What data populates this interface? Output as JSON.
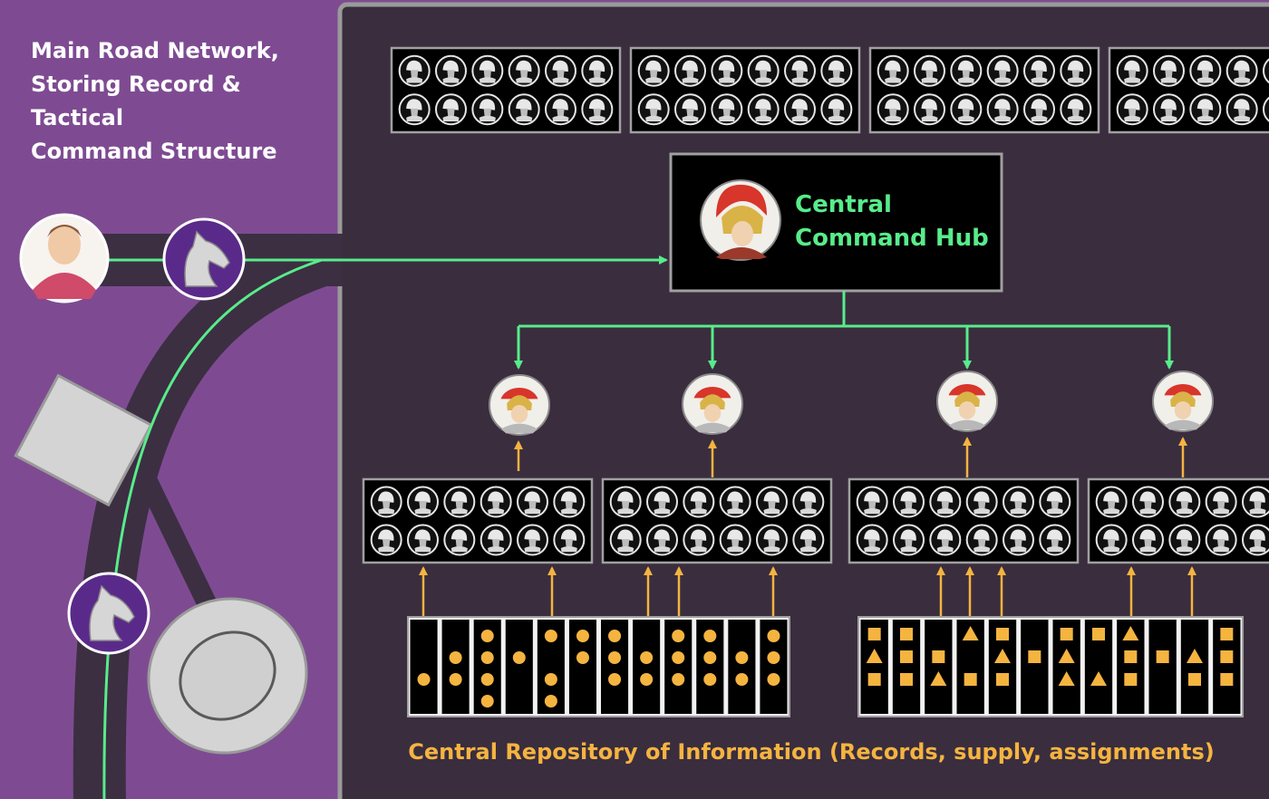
{
  "left_panel": {
    "title": "Main Road Network,\nStoring Record & Tactical\nCommand Structure",
    "background_color": "#7e4b92",
    "road_color": "#3c2f42",
    "route_color": "#58ec8a",
    "icons": [
      "emperor-portrait-icon",
      "horse-messenger-icon",
      "horse-messenger-icon",
      "building-icon",
      "arena-icon"
    ]
  },
  "hub": {
    "title": "Central\nCommand Hub",
    "icon": "general-helmet-icon",
    "text_color": "#58ec8a"
  },
  "command_arrow_color": "#58ec8a",
  "report_arrow_color": "#f5b440",
  "legion_unit_icon": "soldier-helmet-icon",
  "centurion_icon": "centurion-icon",
  "repository": {
    "caption": "Central Repository of Information (Records, supply, assignments)",
    "caption_color": "#f5b440",
    "left_records": [
      [
        2
      ],
      [
        1,
        2
      ],
      [
        0,
        1,
        2,
        3
      ],
      [
        1
      ],
      [
        0,
        2,
        3
      ],
      [
        0,
        1
      ],
      [
        0,
        1,
        2
      ],
      [
        1,
        2
      ],
      [
        0,
        1,
        2
      ],
      [
        0,
        1,
        2
      ],
      [
        1,
        2
      ],
      [
        0,
        1,
        2
      ]
    ],
    "right_records": [
      [
        "square",
        "triangle",
        "square"
      ],
      [
        "square",
        "square",
        "square"
      ],
      [
        "",
        "square",
        "triangle"
      ],
      [
        "triangle",
        "",
        "square"
      ],
      [
        "square",
        "triangle",
        "square"
      ],
      [
        "",
        "square",
        ""
      ],
      [
        "square",
        "triangle",
        "triangle"
      ],
      [
        "square",
        "",
        "triangle"
      ],
      [
        "triangle",
        "square",
        "square"
      ],
      [
        "",
        "square",
        ""
      ],
      [
        "",
        "triangle",
        "square"
      ],
      [
        "square",
        "square",
        "square"
      ]
    ]
  }
}
